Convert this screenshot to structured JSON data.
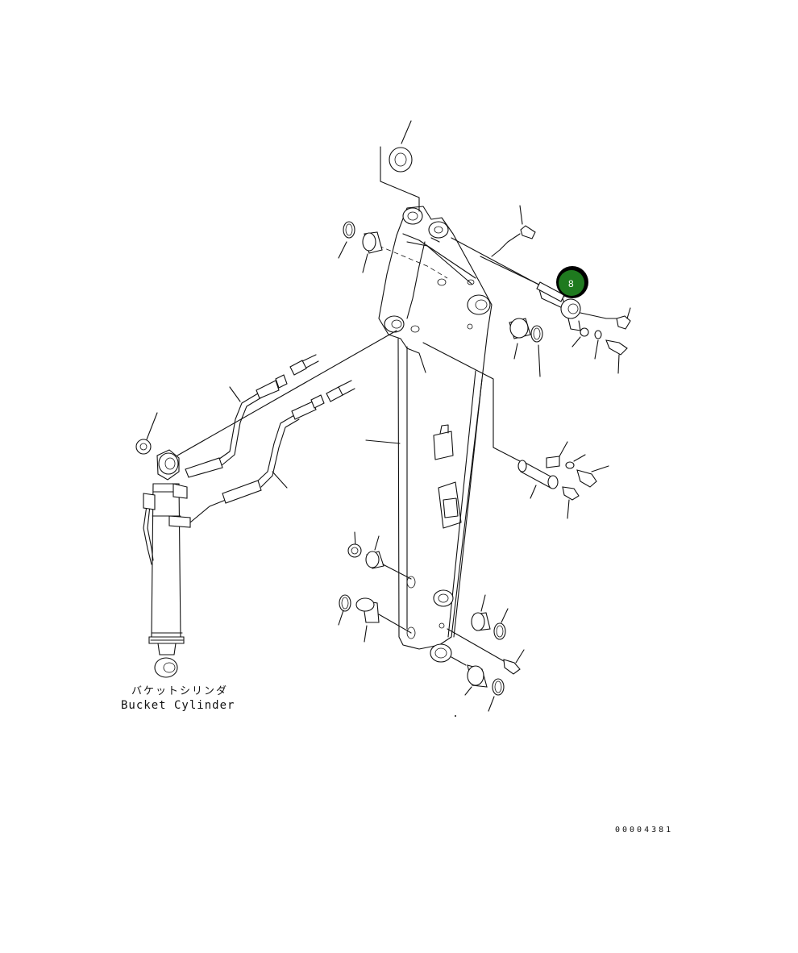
{
  "labels": {
    "cylinder_jp": "バケットシリンダ",
    "cylinder_en": "Bucket Cylinder",
    "drawing_number": "00004381"
  },
  "callouts": [
    {
      "number": "8",
      "color": "#1f7a1f"
    }
  ]
}
